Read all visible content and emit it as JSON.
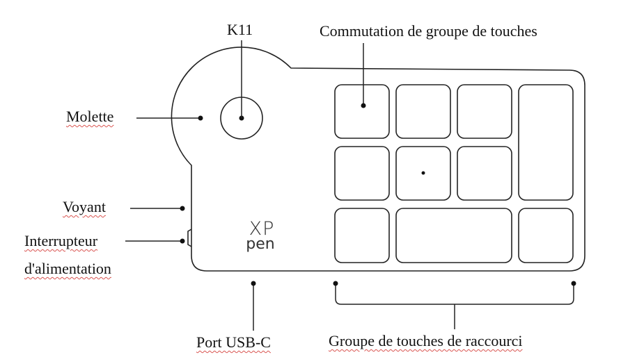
{
  "labels": {
    "k11": "K11",
    "group_switch": "Commutation de groupe de touches",
    "wheel": "Molette",
    "indicator": "Voyant",
    "power_line1": "Interrupteur",
    "power_line2": "d'alimentation",
    "usb_port": "Port USB-C",
    "shortcut_group": "Groupe de touches de raccourci"
  },
  "logo": {
    "line1": "XP",
    "line2": "pen"
  },
  "colors": {
    "stroke": "#222222",
    "text": "#111111",
    "spell_underline": "#d9534f"
  },
  "icons": [
    "xp-pen-logo"
  ]
}
